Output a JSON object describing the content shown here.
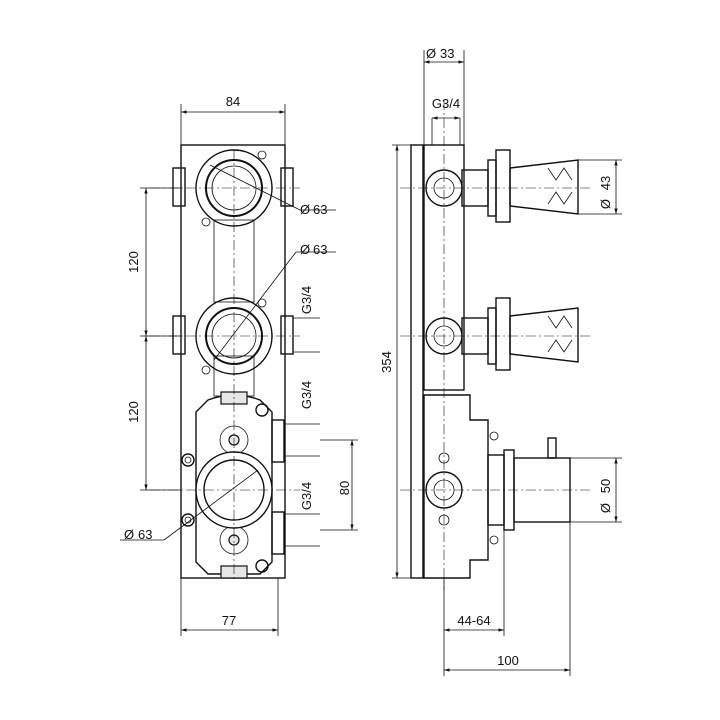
{
  "front_view": {
    "width_top": "84",
    "spacing_upper": "120",
    "spacing_lower": "120",
    "dia_top": "63",
    "dia_mid": "63",
    "dia_bottom": "63",
    "thread_1": "G3/4",
    "thread_2": "G3/4",
    "thread_3": "G3/4",
    "outlet_spacing": "80",
    "width_bottom": "77"
  },
  "side_view": {
    "dia_pipe": "33",
    "thread_top": "G3/4",
    "height_total": "354",
    "dia_handle": "43",
    "dia_knob": "50",
    "depth_range": "44-64",
    "depth_total": "100"
  },
  "symbols": {
    "diameter": "Ø"
  }
}
